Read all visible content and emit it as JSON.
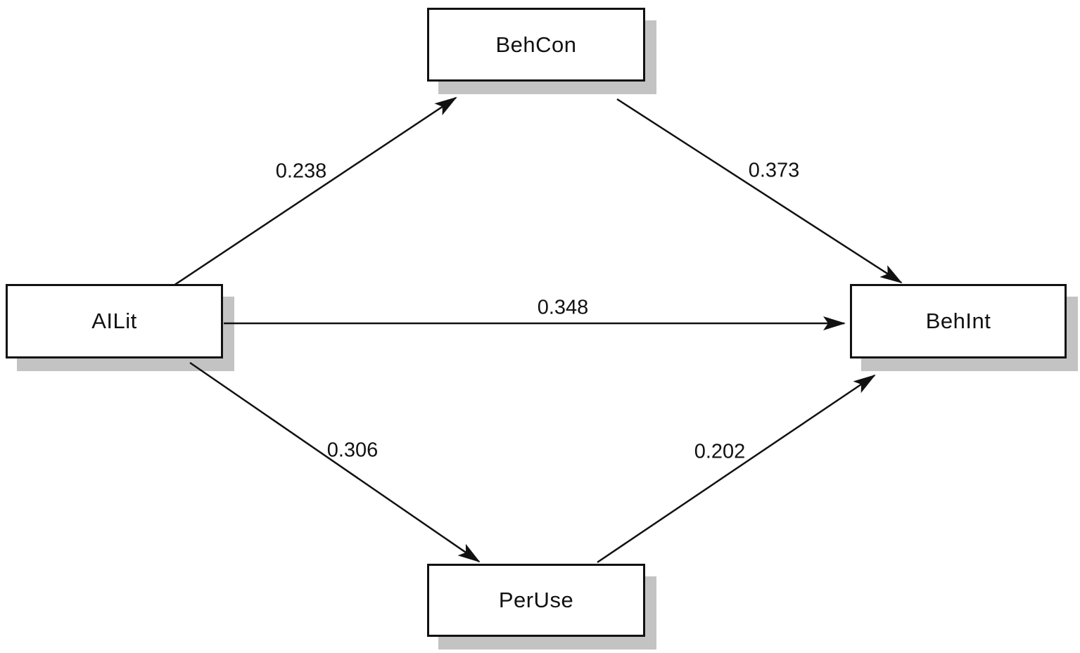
{
  "diagram": {
    "kind": "path-model",
    "colors": {
      "background": "#ffffff",
      "node_fill": "#ffffff",
      "node_border": "#111111",
      "node_shadow": "#c3c3c3",
      "edge_line": "#111111",
      "text": "#111111"
    }
  },
  "nodes": [
    {
      "id": "behcon",
      "label": "BehCon"
    },
    {
      "id": "ailit",
      "label": "AILit"
    },
    {
      "id": "behint",
      "label": "BehInt"
    },
    {
      "id": "peruse",
      "label": "PerUse"
    }
  ],
  "edges": [
    {
      "from": "AILit",
      "to": "BehCon",
      "coefficient": "0.238"
    },
    {
      "from": "BehCon",
      "to": "BehInt",
      "coefficient": "0.373"
    },
    {
      "from": "AILit",
      "to": "BehInt",
      "coefficient": "0.348"
    },
    {
      "from": "AILit",
      "to": "PerUse",
      "coefficient": "0.306"
    },
    {
      "from": "PerUse",
      "to": "BehInt",
      "coefficient": "0.202"
    }
  ]
}
